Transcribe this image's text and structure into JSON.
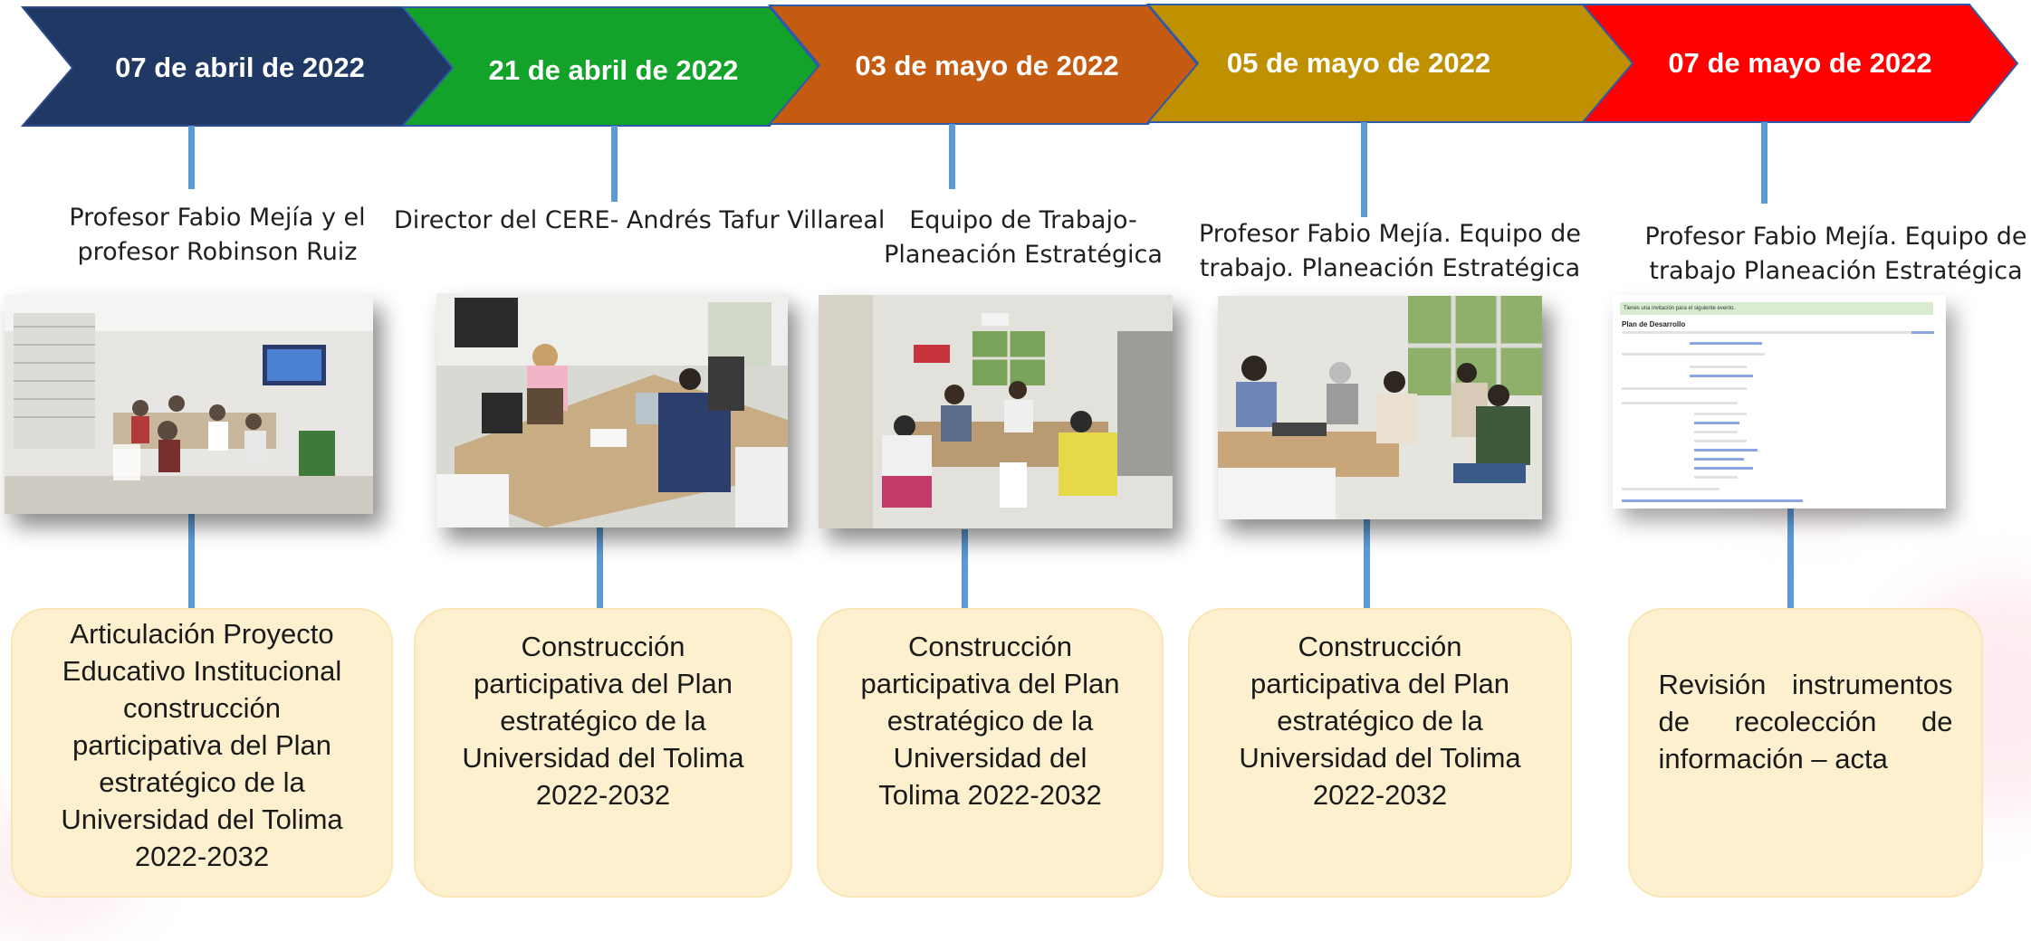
{
  "timeline": {
    "colors": [
      "#1f3864",
      "#14a32a",
      "#c55a11",
      "#bf9000",
      "#ff0000"
    ],
    "events": [
      {
        "date": "07 de abril de 2022",
        "caption_lines": [
          "Profesor Fabio Mejía y  el",
          "profesor Robinson Ruiz"
        ],
        "card_lines": [
          "Articulación Proyecto",
          "Educativo Institucional",
          "construcción",
          "participativa del Plan",
          "estratégico de la",
          "Universidad del Tolima",
          "2022-2032"
        ]
      },
      {
        "date": "21 de abril de 2022",
        "caption_lines": [
          "Director del CERE- Andrés Tafur Villareal"
        ],
        "card_lines": [
          "Construcción",
          "participativa del Plan",
          "estratégico de la",
          "Universidad del Tolima",
          "2022-2032"
        ]
      },
      {
        "date": "03 de mayo de 2022",
        "caption_lines": [
          "Equipo de Trabajo-",
          "Planeación Estratégica"
        ],
        "card_lines": [
          "Construcción",
          "participativa del Plan",
          "estratégico de la",
          "Universidad del",
          "Tolima 2022-2032"
        ]
      },
      {
        "date": "05 de mayo de 2022",
        "caption_lines": [
          "Profesor Fabio Mejía. Equipo de",
          "trabajo. Planeación Estratégica"
        ],
        "card_lines": [
          "Construcción",
          "participativa del Plan",
          "estratégico de la",
          "Universidad del Tolima",
          "2022-2032"
        ]
      },
      {
        "date": "07 de mayo de 2022",
        "caption_lines": [
          "Profesor Fabio Mejía. Equipo de",
          "trabajo Planeación Estratégica"
        ],
        "card_lines": [
          "Revisión  instrumentos",
          "de    recolección    de",
          "información – acta"
        ]
      }
    ]
  },
  "document_preview": {
    "banner": "Tienes una invitación para el siguiente evento.",
    "title": "Plan de Desarrollo"
  }
}
